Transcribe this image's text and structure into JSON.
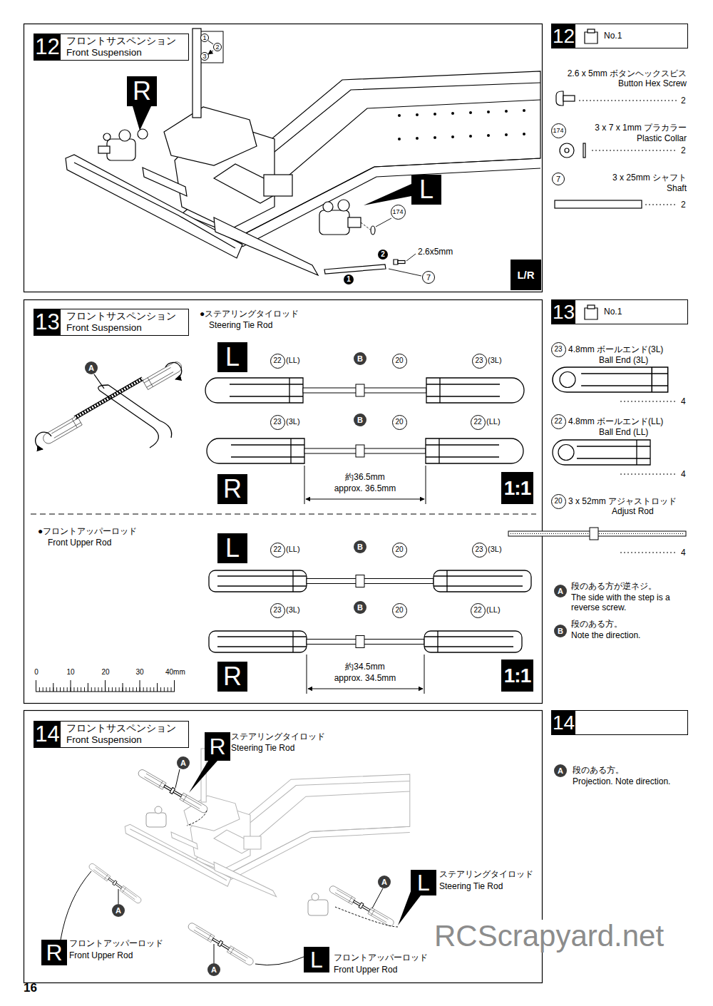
{
  "diagram": {
    "nodes": [
      {
        "text": [
          "12",
          "フロントサスペンション",
          "Front Suspension"
        ]
      },
      {
        "text": [
          "R"
        ]
      },
      {
        "text": [
          "L"
        ]
      },
      {
        "text": [
          "L/R"
        ]
      },
      {
        "text": [
          "12",
          "No.1"
        ]
      },
      {
        "text": [
          "13",
          "フロントサスペンション",
          "Front Suspension"
        ]
      },
      {
        "text": [
          "L"
        ]
      },
      {
        "text": [
          "R"
        ]
      },
      {
        "text": [
          "1:1"
        ]
      },
      {
        "text": [
          "L"
        ]
      },
      {
        "text": [
          "R"
        ]
      },
      {
        "text": [
          "1:1"
        ]
      },
      {
        "text": [
          "13",
          "No.1"
        ]
      },
      {
        "text": [
          "14",
          "フロントサスペンション",
          "Front Suspension"
        ]
      },
      {
        "text": [
          "R"
        ]
      },
      {
        "text": [
          "R"
        ]
      },
      {
        "text": [
          "L"
        ]
      },
      {
        "text": [
          "L"
        ]
      },
      {
        "text": [
          "14"
        ]
      }
    ],
    "labels": [
      "1",
      "2",
      "3",
      "174",
      "2.6x5mm",
      "2",
      "1",
      "7",
      "2.6 x 5mm ボタンヘックスビス",
      "Button Hex Screw",
      "2",
      "174",
      "3 x 7 x 1mm プラカラー",
      "Plastic Collar",
      "2",
      "7",
      "3 x 25mm シャフト",
      "Shaft",
      "2",
      "A",
      "●ステアリングタイロッド",
      "Steering Tie Rod",
      "22",
      "(LL)",
      "B",
      "20",
      "23",
      "(3L)",
      "23",
      "(3L)",
      "B",
      "20",
      "22",
      "(LL)",
      "約36.5mm",
      "approx. 36.5mm",
      "●フロントアッパーロッド",
      "Front Upper Rod",
      "22",
      "(LL)",
      "B",
      "20",
      "23",
      "(3L)",
      "23",
      "(3L)",
      "B",
      "20",
      "22",
      "(LL)",
      "約34.5mm",
      "approx. 34.5mm",
      "0",
      "10",
      "20",
      "30",
      "40mm",
      "23",
      "4.8mm ボールエンド(3L)",
      "Ball End (3L)",
      "4",
      "22",
      "4.8mm ボールエンド(LL)",
      "Ball End (LL)",
      "4",
      "20",
      "3 x 52mm アジャストロッド",
      "Adjust Rod",
      "4",
      "A",
      "段のある方が逆ネジ。",
      "The side with the step is a reverse screw.",
      "B",
      "段のある方。",
      "Note the direction.",
      "ステアリングタイロッド",
      "Steering Tie Rod",
      "A",
      "A",
      "フロントアッパーロッド",
      "Front Upper Rod",
      "A",
      "ステアリングタイロッド",
      "Steering Tie Rod",
      "A",
      "フロントアッパーロッド",
      "Front Upper Rod",
      "A",
      "段のある方。",
      "Projection. Note direction.",
      "16",
      "RCScrapyard.net"
    ]
  }
}
